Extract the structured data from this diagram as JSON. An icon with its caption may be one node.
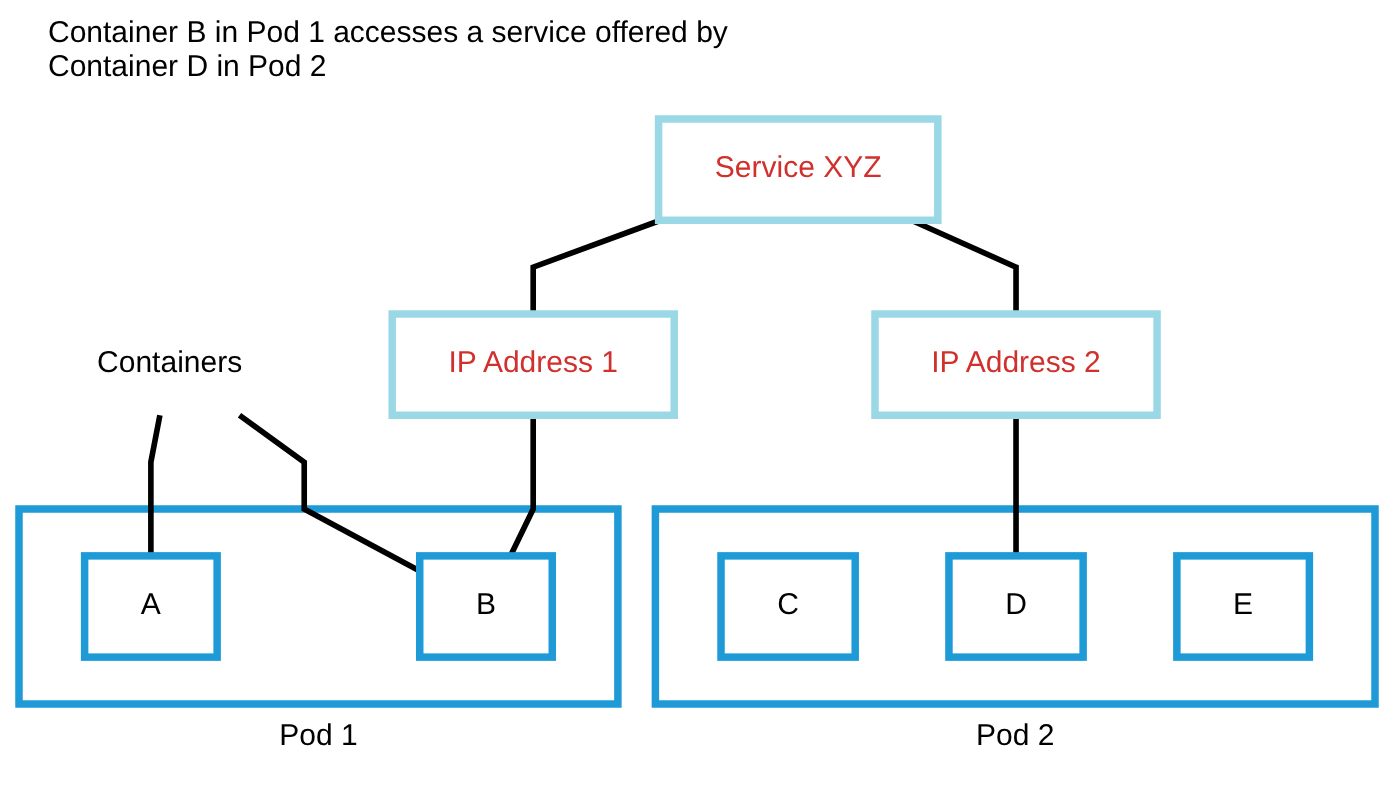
{
  "diagram": {
    "nodes": [
      {
        "text": [
          "Service XYZ"
        ]
      },
      {
        "text": [
          "Containers"
        ]
      },
      {
        "text": [
          "IP Address 1"
        ]
      },
      {
        "text": [
          "IP Address 2"
        ]
      },
      {
        "text": [
          "Pod 1"
        ]
      },
      {
        "text": [
          "A"
        ],
        "in": 4
      },
      {
        "text": [
          "B"
        ],
        "in": 4
      },
      {
        "text": [
          "Pod 2"
        ]
      },
      {
        "text": [
          "C"
        ],
        "in": 7
      },
      {
        "text": [
          "D"
        ],
        "in": 7
      },
      {
        "text": [
          "E"
        ],
        "in": 7
      }
    ],
    "edges": [
      {
        "from": 0,
        "to": 2,
        "arrow": "none"
      },
      {
        "from": 0,
        "to": 3,
        "arrow": "none"
      },
      {
        "from": 2,
        "to": 6,
        "arrow": "none"
      },
      {
        "from": 3,
        "to": 9,
        "arrow": "none"
      },
      {
        "from": 1,
        "to": 5,
        "arrow": "none"
      },
      {
        "from": 1,
        "to": 6,
        "arrow": "none"
      }
    ],
    "labels": [
      "Container B in Pod 1 accesses a service offered by Container D in Pod 2"
    ]
  }
}
